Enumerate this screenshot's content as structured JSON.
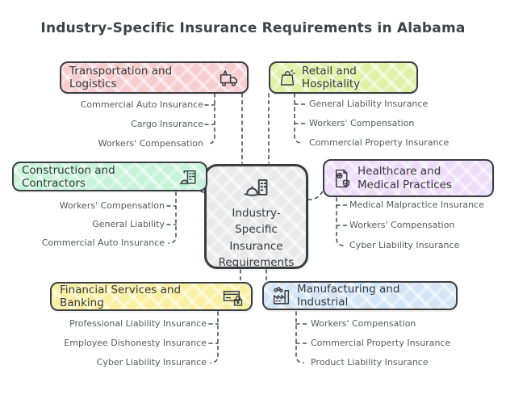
{
  "title": "Industry-Specific Insurance Requirements in Alabama",
  "palette": {
    "background": "#ffffff",
    "node_border": "#3a3e42",
    "connector": "#4c5156",
    "title_text": "#3f4347",
    "leaf_text": "#565b5f"
  },
  "center": {
    "label": "Industry-\nSpecific\nInsurance\nRequirements",
    "icon": "hard-hat-building-icon",
    "color": "#e9e9e9"
  },
  "branches": [
    {
      "id": "transportation",
      "label": "Transportation and Logistics",
      "icon": "delivery-truck-icon",
      "color": "#f7cdd0",
      "items": [
        "Commercial Auto Insurance",
        "Cargo Insurance",
        "Workers' Compensation"
      ]
    },
    {
      "id": "retail",
      "label": "Retail and Hospitality",
      "icon": "shopping-bag-icon",
      "color": "#e0f1a8",
      "items": [
        "General Liability Insurance",
        "Workers' Compensation",
        "Commercial Property Insurance"
      ]
    },
    {
      "id": "construction",
      "label": "Construction and Contractors",
      "icon": "building-crane-icon",
      "color": "#c6f3d9",
      "items": [
        "Workers' Compensation",
        "General Liability",
        "Commercial Auto Insurance"
      ]
    },
    {
      "id": "healthcare",
      "label": "Healthcare and Medical Practices",
      "icon": "medical-document-shield-icon",
      "color": "#eeddf8",
      "items": [
        "Medical Malpractice Insurance",
        "Workers' Compensation",
        "Cyber Liability Insurance"
      ]
    },
    {
      "id": "financial",
      "label": "Financial Services and Banking",
      "icon": "credit-card-lock-icon",
      "color": "#faf0a2",
      "items": [
        "Professional Liability Insurance",
        "Employee Dishonesty Insurance",
        "Cyber Liability Insurance"
      ]
    },
    {
      "id": "manufacturing",
      "label": "Manufacturing and Industrial",
      "icon": "factory-icon",
      "color": "#d4e5f6",
      "items": [
        "Workers' Compensation",
        "Commercial Property Insurance",
        "Product Liability Insurance"
      ]
    }
  ]
}
